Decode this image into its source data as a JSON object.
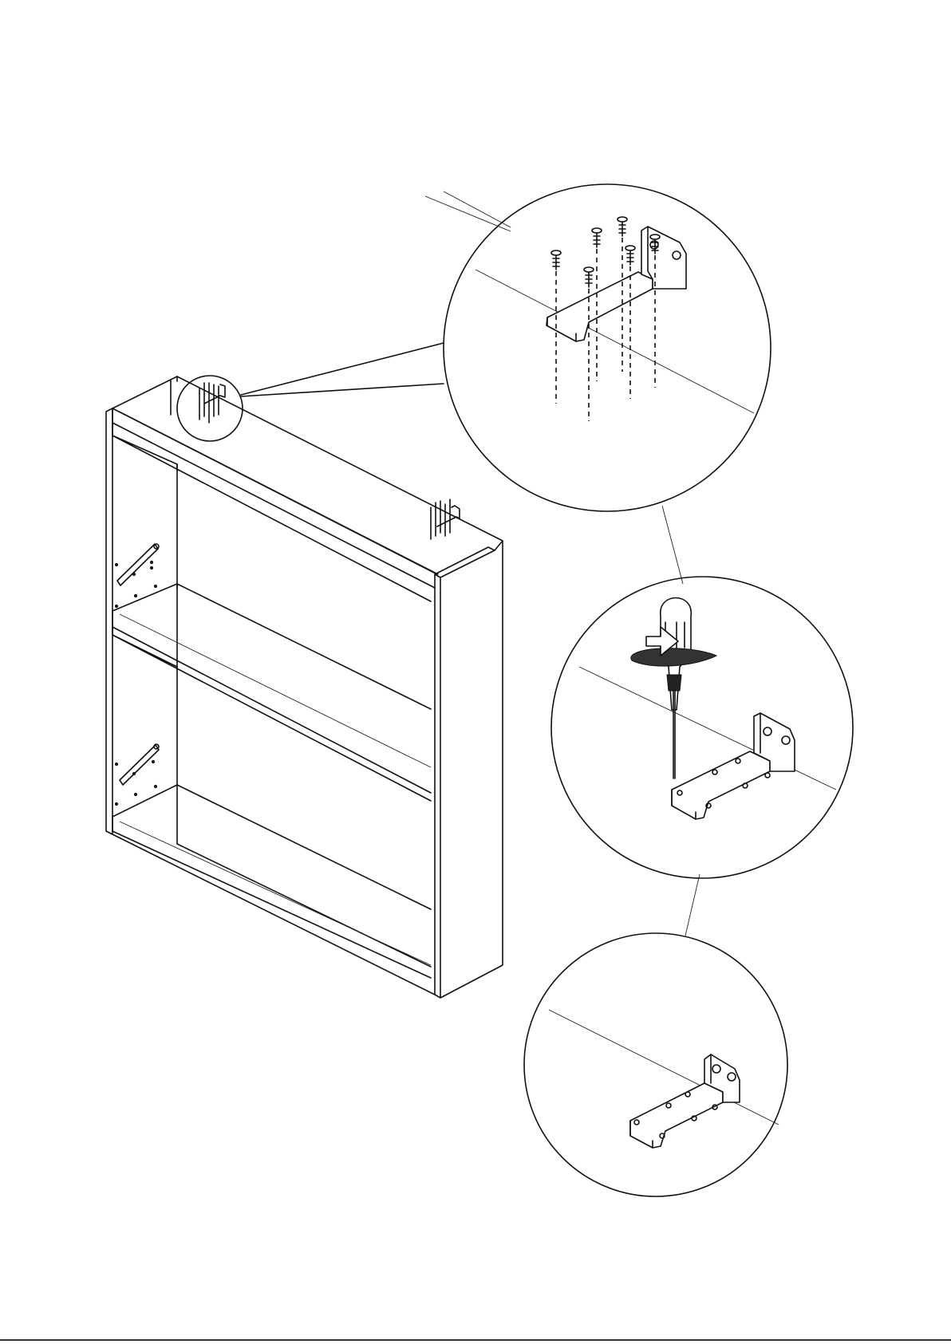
{
  "diagram": {
    "subject": "bookcase-assembly-step",
    "steps": [
      {
        "id": "detail-1",
        "action": "insert-screws",
        "screw_count": 6
      },
      {
        "id": "detail-2",
        "action": "tighten-with-screwdriver"
      },
      {
        "id": "detail-3",
        "action": "bracket-fixed"
      }
    ],
    "colors": {
      "ink": "#111111",
      "paper": "#ffffff"
    }
  }
}
